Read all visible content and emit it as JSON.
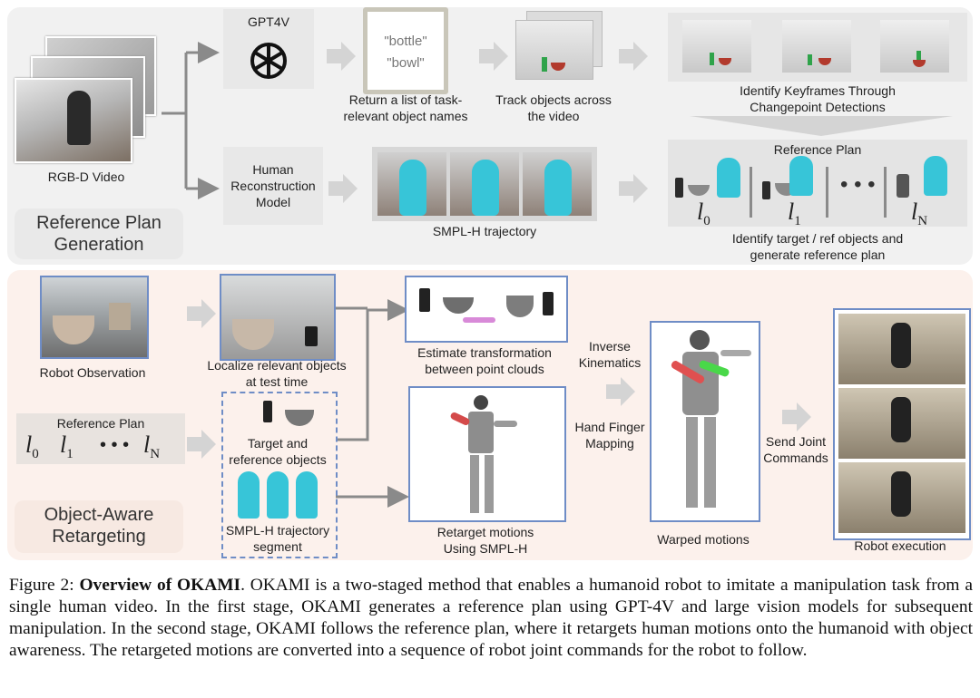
{
  "top": {
    "gpt_label": "GPT4V",
    "rgbd_label": "RGB-D Video",
    "object_names": [
      "\"bottle\"",
      "\"bowl\""
    ],
    "return_list_label": [
      "Return a list of task-",
      "relevant object names"
    ],
    "track_label": [
      "Track objects across",
      "the video"
    ],
    "keyframes_label": [
      "Identify Keyframes Through",
      "Changepoint Detections"
    ],
    "hrm_label": [
      "Human",
      "Reconstruction",
      "Model"
    ],
    "smplh_label": "SMPL-H trajectory",
    "ref_plan_title": "Reference Plan",
    "ref_plan_terms": [
      "l",
      "l",
      "l"
    ],
    "ref_plan_subs": [
      "0",
      "1",
      "N"
    ],
    "ref_plan_desc": [
      "Identify target / ref objects and",
      "generate reference plan"
    ],
    "stage_title": [
      "Reference Plan",
      "Generation"
    ]
  },
  "bottom": {
    "robot_obs_label": "Robot Observation",
    "localize_label": [
      "Localize relevant objects",
      "at test time"
    ],
    "estimate_label": [
      "Estimate transformation",
      "between point clouds"
    ],
    "ref_plan_title": "Reference Plan",
    "target_label": [
      "Target and",
      "reference objects"
    ],
    "smplh_segment_label": [
      "SMPL-H trajectory",
      "segment"
    ],
    "retarget_label": [
      "Retarget motions",
      "Using SMPL-H"
    ],
    "ik_label": [
      "Inverse",
      "Kinematics"
    ],
    "hand_label": [
      "Hand Finger",
      "Mapping"
    ],
    "warped_label": "Warped motions",
    "send_label": [
      "Send Joint",
      "Commands"
    ],
    "execution_label": "Robot execution",
    "stage_title": [
      "Object-Aware",
      "Retargeting"
    ]
  },
  "caption": {
    "prefix": "Figure 2: ",
    "bold": "Overview of OKAMI",
    "text": ". OKAMI is a two-staged method that enables a humanoid robot to imitate a manipulation task from a single human video. In the first stage, OKAMI generates a reference plan using GPT-4V and large vision models for subsequent manipulation. In the second stage, OKAMI follows the reference plan, where it retargets human motions onto the humanoid with object awareness. The retargeted motions are converted into a sequence of robot joint commands for the robot to follow."
  }
}
